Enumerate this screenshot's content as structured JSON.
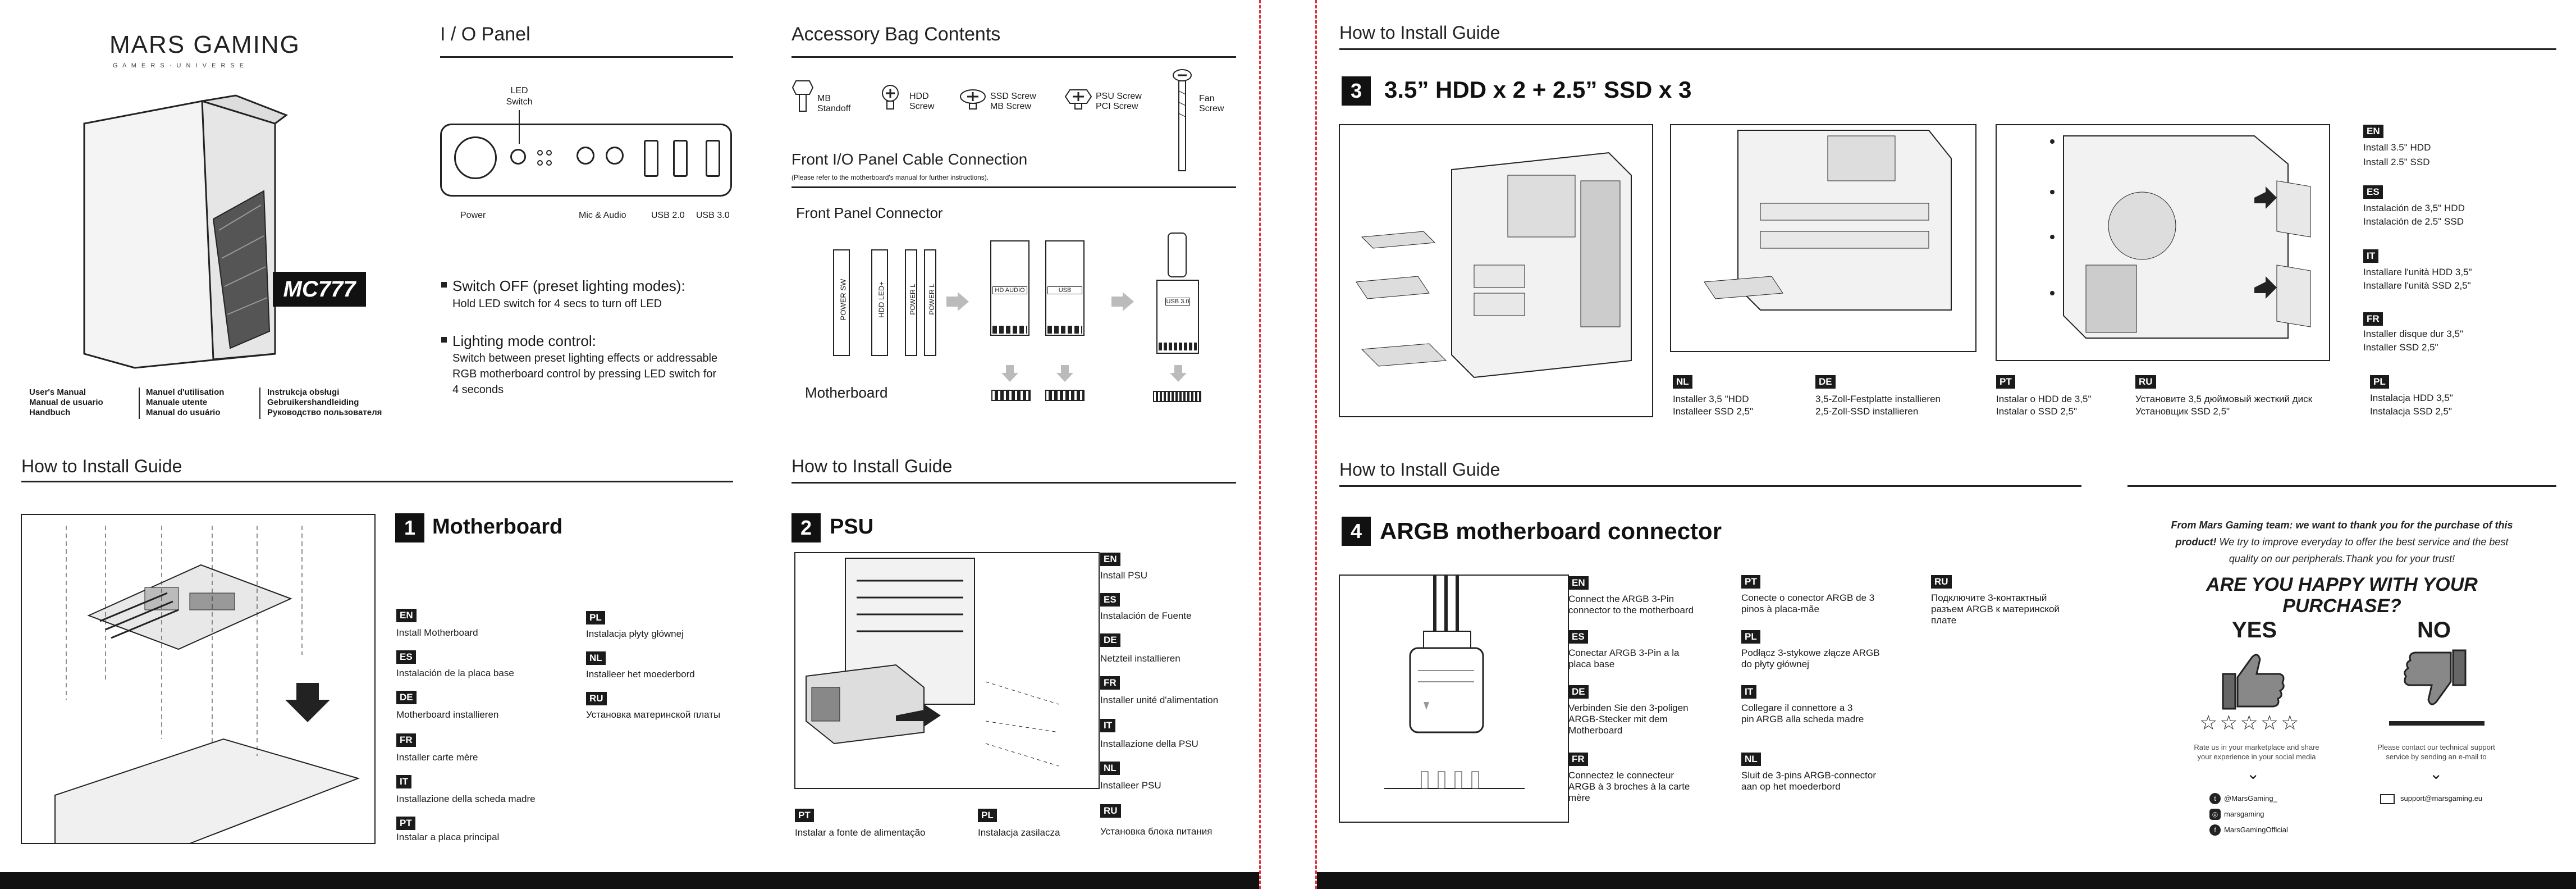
{
  "brand": {
    "name": "MARS GAMING",
    "tagline": "G A M E R S · U N I V E R S E"
  },
  "model": "MC777",
  "manuals": {
    "col1": [
      "User's Manual",
      "Manual de usuario",
      "Handbuch"
    ],
    "col2": [
      "Manuel d'utilisation",
      "Manuale utente",
      "Manual do usuário"
    ],
    "col3": [
      "Instrukcja obsługi",
      "Gebruikershandleiding",
      "Руководство пользователя"
    ]
  },
  "io_panel": {
    "title": "I / O Panel",
    "labels": {
      "led_switch": "LED\nSwitch",
      "led_line1": "LED",
      "led_line2": "Switch",
      "power": "Power",
      "mic_audio": "Mic & Audio",
      "usb2": "USB 2.0",
      "usb3": "USB 3.0"
    },
    "switch_off_title": "Switch OFF (preset lighting modes):",
    "switch_off_text": "Hold LED switch for 4 secs to turn off LED",
    "lighting_title": "Lighting mode control:",
    "lighting_text1": "Switch between preset lighting effects or addressable",
    "lighting_text2": "RGB motherboard control by pressing LED switch for",
    "lighting_text3": "4 seconds"
  },
  "accessory": {
    "title": "Accessory Bag Contents",
    "items": [
      {
        "l1": "MB",
        "l2": "Standoff"
      },
      {
        "l1": "HDD",
        "l2": "Screw"
      },
      {
        "l1": "SSD Screw",
        "l2": "MB Screw"
      },
      {
        "l1": "PSU Screw",
        "l2": "PCI Screw"
      },
      {
        "l1": "Fan",
        "l2": "Screw"
      }
    ]
  },
  "front_io": {
    "title": "Front I/O Panel Cable Connection",
    "note": "(Please refer to the motherboard's manual for further instructions).",
    "connector_title": "Front Panel Connector",
    "motherboard": "Motherboard",
    "pin_labels": [
      "POWER SW",
      "HDD LED+",
      "POWER L",
      "POWER L"
    ],
    "hd_audio": "HD AUDIO",
    "usb": "USB",
    "usb3": "USB 3.0"
  },
  "guide_title": "How to Install Guide",
  "step1": {
    "num": "1",
    "title": "Motherboard",
    "left": [
      {
        "code": "EN",
        "text": "Install Motherboard"
      },
      {
        "code": "ES",
        "text": "Instalación de la placa base"
      },
      {
        "code": "DE",
        "text": "Motherboard installieren"
      },
      {
        "code": "FR",
        "text": "Installer carte mère"
      },
      {
        "code": "IT",
        "text": "Installazione della scheda madre"
      },
      {
        "code": "PT",
        "text": "Instalar a placa principal"
      }
    ],
    "right": [
      {
        "code": "PL",
        "text": "Instalacja płyty głównej"
      },
      {
        "code": "NL",
        "text": "Installeer het moederbord"
      },
      {
        "code": "RU",
        "text": "Установка материнской платы"
      }
    ]
  },
  "step2": {
    "num": "2",
    "title": "PSU",
    "right": [
      {
        "code": "EN",
        "text": "Install PSU"
      },
      {
        "code": "ES",
        "text": "Instalación de Fuente"
      },
      {
        "code": "DE",
        "text": "Netzteil installieren"
      },
      {
        "code": "FR",
        "text": "Installer unité d'alimentation"
      },
      {
        "code": "IT",
        "text": "Installazione della PSU"
      },
      {
        "code": "NL",
        "text": "Installeer PSU"
      },
      {
        "code": "RU",
        "text": "Установка блока питания"
      }
    ],
    "bottom": [
      {
        "code": "PT",
        "text": "Instalar a fonte de alimentação"
      },
      {
        "code": "PL",
        "text": "Instalacja zasilacza"
      }
    ]
  },
  "step3": {
    "num": "3",
    "title": "3.5” HDD x 2 + 2.5” SSD x 3",
    "right": [
      {
        "code": "EN",
        "l1": "Install 3.5\" HDD",
        "l2": "Install 2.5\" SSD"
      },
      {
        "code": "ES",
        "l1": "Instalación de 3,5\" HDD",
        "l2": "Instalación de 2.5\" SSD"
      },
      {
        "code": "IT",
        "l1": "Installare l'unità HDD 3,5\"",
        "l2": "Installare l'unità SSD 2,5\""
      },
      {
        "code": "FR",
        "l1": "Installer disque dur 3,5\"",
        "l2": "Installer SSD 2,5\""
      },
      {
        "code": "PL",
        "l1": "Instalacja HDD 3,5\"",
        "l2": "Instalacja  SSD 2,5\""
      }
    ],
    "bottom": [
      {
        "code": "NL",
        "l1": "Installer 3,5 \"HDD",
        "l2": "Installeer   SSD 2,5\""
      },
      {
        "code": "DE",
        "l1": "3,5-Zoll-Festplatte installieren",
        "l2": "2,5-Zoll-SSD installieren"
      },
      {
        "code": "PT",
        "l1": "Instalar o HDD de 3,5\"",
        "l2": "Instalar o  SSD 2,5\""
      },
      {
        "code": "RU",
        "l1": "Установите 3,5 дюймовый жесткий диск",
        "l2": "Установщик SSD 2,5\""
      }
    ]
  },
  "step4": {
    "num": "4",
    "title": "ARGB motherboard connector",
    "items": [
      {
        "code": "EN",
        "lines": [
          "Connect the ARGB 3-Pin",
          "connector to the motherboard"
        ]
      },
      {
        "code": "ES",
        "lines": [
          "Conectar ARGB 3-Pin a la",
          "placa base"
        ]
      },
      {
        "code": "DE",
        "lines": [
          "Verbinden Sie den 3-poligen",
          "ARGB-Stecker mit dem",
          "Motherboard"
        ]
      },
      {
        "code": "FR",
        "lines": [
          "Connectez le connecteur",
          "ARGB à 3 broches à la carte",
          "mère"
        ]
      },
      {
        "code": "PT",
        "lines": [
          "Conecte o conector ARGB de 3",
          "pinos à placa-mãe"
        ]
      },
      {
        "code": "PL",
        "lines": [
          "Podłącz 3-stykowe złącze ARGB",
          "do płyty głównej"
        ]
      },
      {
        "code": "IT",
        "lines": [
          "Collegare il connettore a 3",
          "pin ARGB alla scheda madre"
        ]
      },
      {
        "code": "NL",
        "lines": [
          "Sluit de 3-pins ARGB-connector",
          "aan op het moederbord"
        ]
      },
      {
        "code": "RU",
        "lines": [
          "Подключите 3-контактный",
          "разъем ARGB к материнской",
          "плате"
        ]
      }
    ]
  },
  "thanks": {
    "line1a": "From Mars Gaming team: we want to thank you for the purchase of this",
    "line2a": "product!",
    "line2b": " We try to improve everyday to offer the best service and the best",
    "line3": "quality on our peripherals.Thank you for your trust!",
    "question1": "ARE YOU HAPPY WITH YOUR",
    "question2": "PURCHASE?",
    "yes": "YES",
    "no": "NO",
    "yes_text1": "Rate us in your marketplace and share",
    "yes_text2": "your experience in your social media",
    "no_text1": "Please contact our technical support",
    "no_text2": "service by sending an e-mail to",
    "social": [
      "@MarsGaming_",
      "marsgaming",
      "MarsGamingOfficial"
    ],
    "email": "support@marsgaming.eu"
  },
  "colors": {
    "accent": "#1a1a1a",
    "fold_line": "#e0303a",
    "footer": "#111111"
  }
}
